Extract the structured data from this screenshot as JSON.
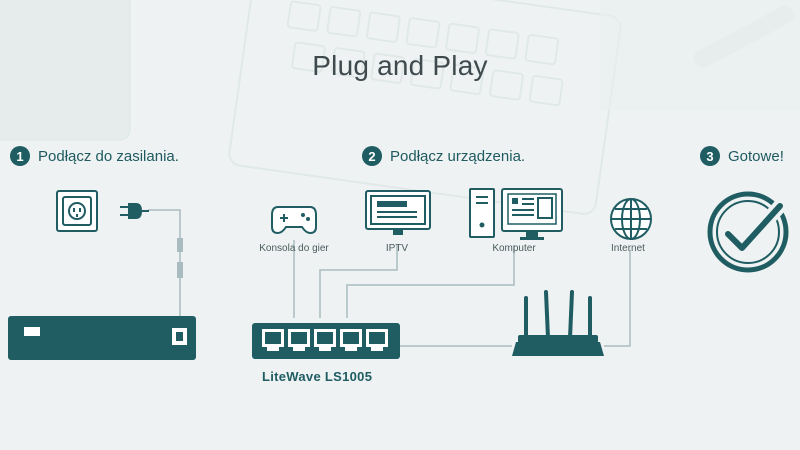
{
  "title": "Plug and Play",
  "steps": [
    {
      "number": "1",
      "label": "Podłącz do zasilania."
    },
    {
      "number": "2",
      "label": "Podłącz urządzenia."
    },
    {
      "number": "3",
      "label": "Gotowe!"
    }
  ],
  "devices": {
    "console": "Konsola do gier",
    "iptv": "IPTV",
    "computer": "Komputer",
    "internet": "Internet"
  },
  "product_name": "LiteWave LS1005",
  "colors": {
    "accent": "#1f5d63",
    "background": "#eef2f2",
    "line": "#a8bcbf",
    "title": "#3e4a4d"
  },
  "icons": [
    "wall-outlet-icon",
    "power-plug-icon",
    "game-controller-icon",
    "tv-icon",
    "desktop-computer-icon",
    "globe-icon",
    "router-icon",
    "network-switch-icon",
    "checkmark-icon"
  ]
}
